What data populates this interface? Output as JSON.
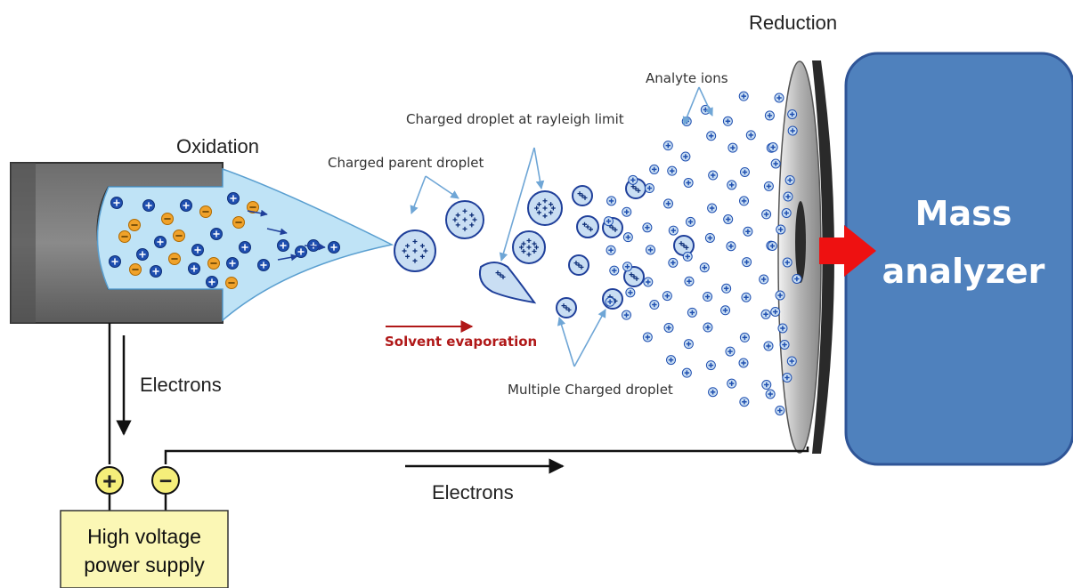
{
  "labels": {
    "oxidation": "Oxidation",
    "reduction": "Reduction",
    "charged_parent_droplet": "Charged parent droplet",
    "rayleigh_limit": "Charged droplet at rayleigh limit",
    "analyte_ions": "Analyte ions",
    "solvent_evaporation": "Solvent evaporation",
    "multiple_charged_droplet": "Multiple Charged droplet",
    "electrons_left": "Electrons",
    "electrons_bottom": "Electrons"
  },
  "power_supply": {
    "line1": "High voltage",
    "line2": "power supply",
    "positive_terminal": "+",
    "negative_terminal": "−"
  },
  "mass_analyzer": {
    "line1": "Mass",
    "line2": "analyzer"
  },
  "icons": [
    "positive-ion-icon",
    "negative-ion-icon",
    "flow-arrow-icon"
  ],
  "colors": {
    "mass_analyzer_fill": "#4f81bd",
    "mass_analyzer_border": "#2f5597",
    "spray_fill": "#bfe3f6",
    "ion_blue": "#1f4fb0",
    "ion_orange": "#f0a22a",
    "power_supply_fill": "#fbf7b5",
    "terminal_fill": "#f5ee7a",
    "red_arrow": "#ee1111",
    "evaporation_text": "#b01818"
  }
}
